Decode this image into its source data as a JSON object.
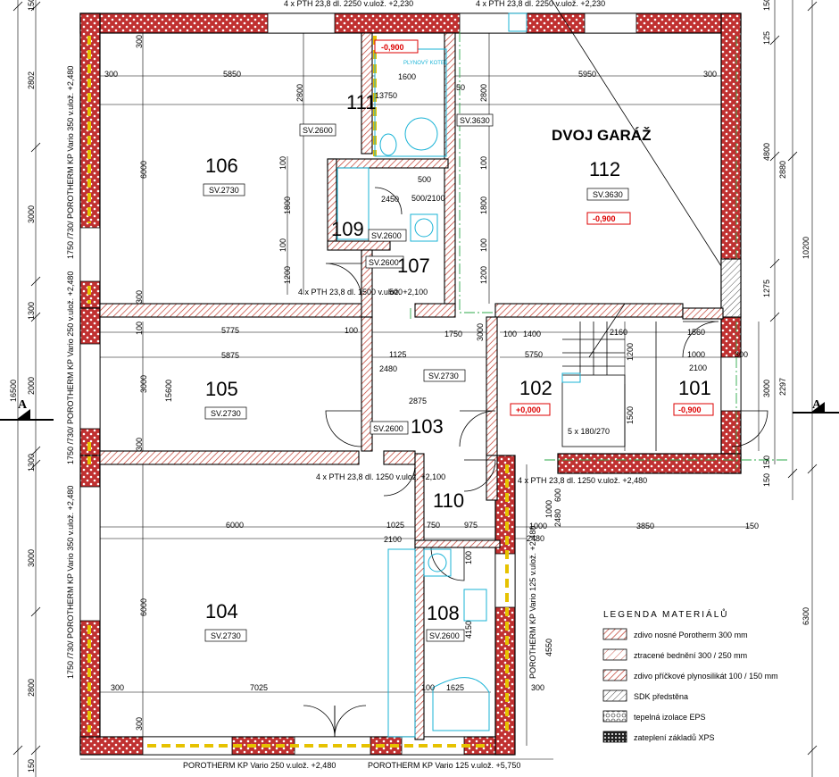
{
  "rooms": [
    {
      "id": "106",
      "num": "106",
      "level": "SV.2730",
      "floor": ""
    },
    {
      "id": "112",
      "num": "112",
      "level": "SV.3630",
      "floor": "-0,900"
    },
    {
      "id": "111",
      "num": "111",
      "level": "",
      "floor": "-0,900"
    },
    {
      "id": "109",
      "num": "109",
      "level": "SV.2600",
      "floor": ""
    },
    {
      "id": "107",
      "num": "107",
      "level": "SV.2600",
      "floor": ""
    },
    {
      "id": "105",
      "num": "105",
      "level": "SV.2730",
      "floor": ""
    },
    {
      "id": "103",
      "num": "103",
      "level": "SV.2600",
      "floor": ""
    },
    {
      "id": "102",
      "num": "102",
      "level": "",
      "floor": "+0,000"
    },
    {
      "id": "101",
      "num": "101",
      "level": "",
      "floor": "-0,900"
    },
    {
      "id": "110",
      "num": "110",
      "level": "",
      "floor": ""
    },
    {
      "id": "104",
      "num": "104",
      "level": "SV.2730",
      "floor": ""
    },
    {
      "id": "108",
      "num": "108",
      "level": "SV.2600",
      "floor": ""
    }
  ],
  "labels": {
    "garage": "DVOJ GARÁŽ",
    "gas_boiler": "PLYNOVÝ KOTEL",
    "section_a": "A",
    "stairs": "5 x 180/270",
    "sv_2600": "SV.2600",
    "sv_3630": "SV.3630",
    "sv_2730": "SV.2730",
    "room111_dim": "13750"
  },
  "lintels": {
    "top_left": "4 x PTH 23,8 dl. 2250 v.ulož. +2,230",
    "top_right": "4 x PTH 23,8 dl. 2250 v.ulož. +2,230",
    "mid": "4 x PTH 23,8 dl. 1500 v.ulož. +2,100",
    "low_left": "4 x PTH 23,8 dl. 1250 v.ulož. +2,100",
    "low_right": "4 x PTH 23,8 dl. 1250 v.ulož. +2,480",
    "bottom_left": "POROTHERM KP Vario 250 v.ulož. +2,480",
    "bottom_right": "POROTHERM KP Vario 125 v.ulož. +5,750",
    "left_1": "1750 /730/ POROTHERM KP Vario 350 v.ulož. +2,480",
    "left_2": "1750 /730/ POROTHERM KP Vario 250 v.ulož. +2,480",
    "left_3": "1750 /730/ POROTHERM KP Vario 350 v.ulož. +2,480",
    "right_108": "POROTHERM KP Vario 125 v.ulož. +2,480"
  },
  "dims": {
    "d5850": "5850",
    "d5950": "5950",
    "d300": "300",
    "d1600": "1600",
    "d50": "50",
    "d2800": "2800",
    "d6000": "6000",
    "d100": "100",
    "d1800": "1800",
    "d1200": "1200",
    "d2450": "2450",
    "d500": "500",
    "d500_2100": "500/2100",
    "d4800": "4800",
    "d2880": "2880",
    "d10200": "10200",
    "d1275": "1275",
    "d5775": "5775",
    "d1750": "1750",
    "d3000": "3000",
    "d1400": "1400",
    "d2160": "2160",
    "d1560": "1560",
    "d5875": "5875",
    "d1125": "1125",
    "d5750": "5750",
    "d1000": "1000",
    "d2480": "2480",
    "d2100": "2100",
    "d15600": "15600",
    "d2875": "2875",
    "d1500": "1500",
    "d2297": "2297",
    "d16500": "16500",
    "d2000": "2000",
    "d1300": "1300",
    "d2802": "2802",
    "d150": "150",
    "d125": "125",
    "d1025": "1025",
    "d750": "750",
    "d975": "975",
    "d3850": "3850",
    "d600": "600",
    "d4150": "4150",
    "d7025": "7025",
    "d1625": "1625",
    "d4550": "4550",
    "d6300": "6300"
  },
  "legend": {
    "title": "LEGENDA MATERIÁLŮ",
    "items": [
      {
        "label": "zdivo nosné Porotherm 300 mm",
        "pattern": "hatch-red"
      },
      {
        "label": "ztracené bednění 300 / 250 mm",
        "pattern": "hatch-light"
      },
      {
        "label": "zdivo příčkové plynosilikát  100 / 150 mm",
        "pattern": "hatch-red2"
      },
      {
        "label": "SDK předstěna",
        "pattern": "hatch-grey"
      },
      {
        "label": "tepelná izolace EPS",
        "pattern": "eps"
      },
      {
        "label": "zateplení základů XPS",
        "pattern": "xps"
      }
    ]
  },
  "colors": {
    "wall": "#000000",
    "hatch": "#c0392b",
    "insulation": "#e6c200",
    "dash_green": "#2ea84a",
    "cyan": "#19b3d6",
    "red": "#dd0000"
  }
}
